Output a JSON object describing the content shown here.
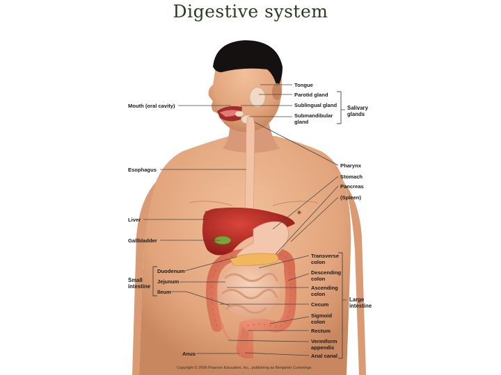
{
  "title": "Digestive system",
  "labels": {
    "tongue": "Tongue",
    "parotid_gland": "Parotid gland",
    "sublingual_gland": "Sublingual gland",
    "submandibular_gland_1": "Submandibular",
    "submandibular_gland_2": "gland",
    "salivary_glands_1": "Salivary",
    "salivary_glands_2": "glands",
    "mouth": "Mouth (oral cavity)",
    "esophagus": "Esophagus",
    "pharynx": "Pharynx",
    "stomach": "Stomach",
    "pancreas": "Pancreas",
    "spleen": "(Spleen)",
    "liver": "Liver",
    "gallbladder": "Gallbladder",
    "duodenum": "Duodenum",
    "jejunum": "Jejunum",
    "ileum": "Ileum",
    "small_intestine_1": "Small",
    "small_intestine_2": "intestine",
    "transverse_colon_1": "Transverse",
    "transverse_colon_2": "colon",
    "descending_colon_1": "Descending",
    "descending_colon_2": "colon",
    "ascending_colon_1": "Ascending",
    "ascending_colon_2": "colon",
    "cecum": "Cecum",
    "sigmoid_colon_1": "Sigmoid",
    "sigmoid_colon_2": "colon",
    "rectum": "Rectum",
    "vermiform_appendix_1": "Vermiform",
    "vermiform_appendix_2": "appendix",
    "anal_canal": "Anal canal",
    "large_intestine_1": "Large",
    "large_intestine_2": "intestine",
    "anus": "Anus"
  },
  "copyright": "Copyright © 2006 Pearson Education, Inc., publishing as Benjamin Cummings."
}
